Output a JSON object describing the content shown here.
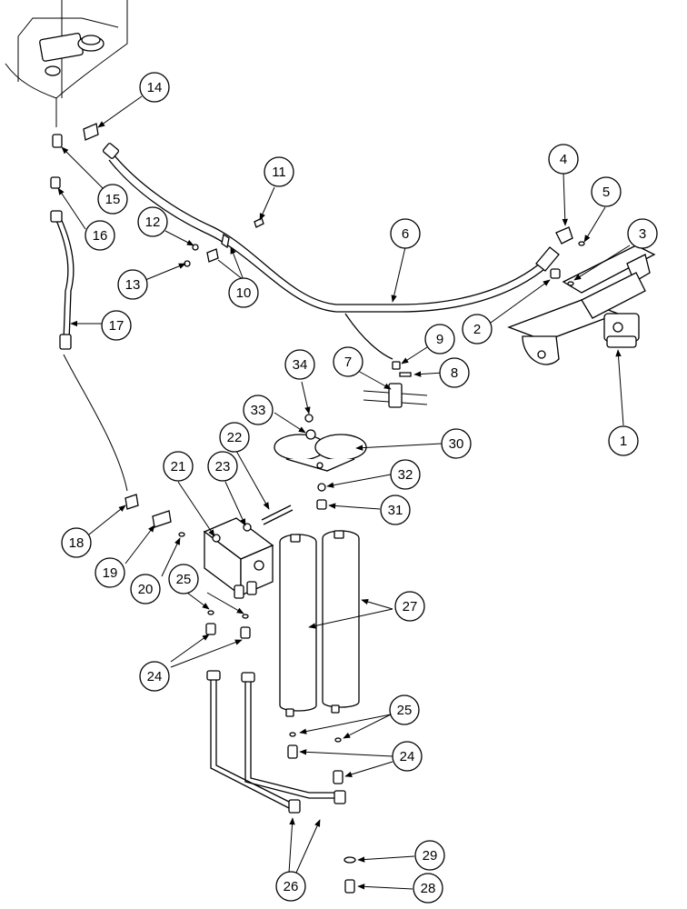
{
  "diagram": {
    "type": "exploded-parts-diagram",
    "callouts": [
      "1",
      "2",
      "3",
      "4",
      "5",
      "6",
      "7",
      "8",
      "9",
      "10",
      "11",
      "12",
      "13",
      "14",
      "15",
      "16",
      "17",
      "18",
      "19",
      "20",
      "21",
      "22",
      "23",
      "24",
      "25",
      "26",
      "27",
      "28",
      "29",
      "30",
      "31",
      "32",
      "33",
      "34",
      "24",
      "25",
      "24",
      "24",
      "25",
      "27"
    ]
  }
}
